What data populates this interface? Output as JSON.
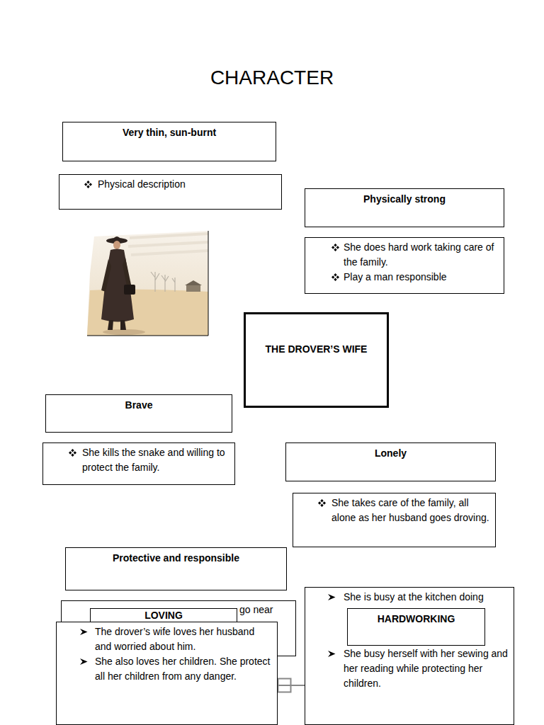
{
  "diagram": {
    "title": "CHARACTER",
    "nodes": [
      {
        "text": [
          "Very thin, sun-burnt"
        ]
      },
      {
        "text": [
          "Physical description"
        ]
      },
      {
        "text": [
          "Physically strong"
        ]
      },
      {
        "text": [
          "She does hard work taking care of the family.",
          "Play a man responsible"
        ]
      },
      {
        "text": [
          "THE DROVER’S WIFE"
        ]
      },
      {
        "text": [
          "Brave"
        ]
      },
      {
        "text": [
          "She kills the snake and willing to protect the family."
        ]
      },
      {
        "text": [
          "Lonely"
        ]
      },
      {
        "text": [
          "She takes care of the family, all alone as her husband goes droving."
        ]
      },
      {
        "text": [
          "Protective and responsible"
        ]
      },
      {
        "text": [
          "go near"
        ]
      },
      {
        "text": [
          "LOVING"
        ],
        "in": 10
      },
      {
        "text": [
          "The drover’s wife loves her husband and worried about him.",
          "She also loves her children. She protect all her children from any danger."
        ]
      },
      {
        "text": [
          "She is busy at the kitchen doing",
          "She busy herself with her sewing and her reading while protecting her children."
        ]
      },
      {
        "text": [
          "HARDWORKING"
        ],
        "in": 13
      }
    ],
    "edges": [
      {
        "from": 12,
        "to": 13,
        "arrow": "none"
      }
    ]
  }
}
